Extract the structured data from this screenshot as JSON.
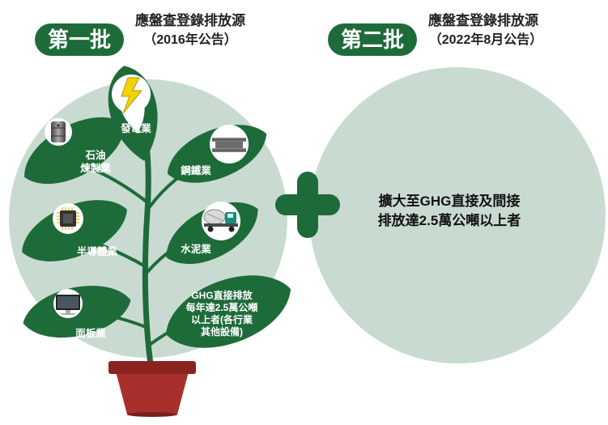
{
  "batch1": {
    "badge": "第一批",
    "title": "應盤查登錄排放源",
    "subtitle": "（2016年公告）",
    "leaves": [
      {
        "label": "發電業",
        "icon": "lightning-icon"
      },
      {
        "label": "石油\n煉製業",
        "icon": "oil-barrel-icon"
      },
      {
        "label": "鋼鐵業",
        "icon": "steel-beam-icon"
      },
      {
        "label": "半導體業",
        "icon": "chip-icon"
      },
      {
        "label": "水泥業",
        "icon": "cement-mixer-truck-icon"
      },
      {
        "label": "面板業",
        "icon": "monitor-icon"
      },
      {
        "label": "GHG直接排放\n每年達2.5萬公噸\n以上者(各行業\n其他設備)",
        "icon": ""
      }
    ]
  },
  "batch2": {
    "badge": "第二批",
    "title": "應盤查登錄排放源",
    "subtitle": "（2022年8月公告）",
    "text_line1": "擴大至GHG直接及間接",
    "text_line2": "排放達2.5萬公噸以上者"
  },
  "colors": {
    "dark_green": "#1e6b3a",
    "circle_bg": "#c9dbd1",
    "pot_red": "#a8302c",
    "bolt_yellow": "#f2d200"
  }
}
